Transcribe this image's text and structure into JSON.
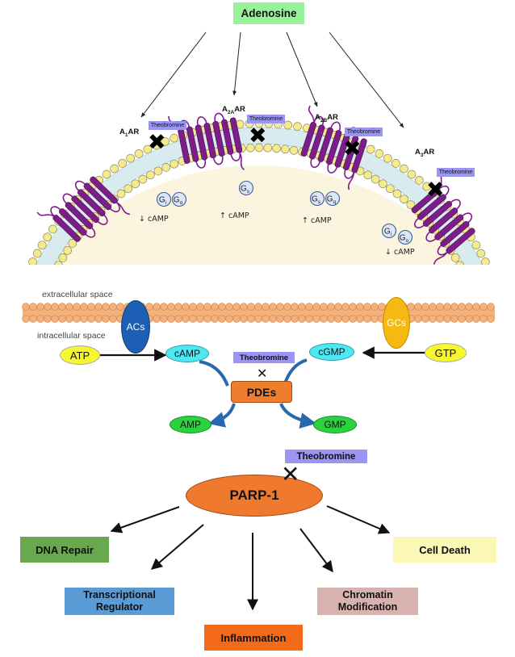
{
  "panel1": {
    "source": "Adenosine",
    "receptors": [
      {
        "name_main": "A",
        "name_sub": "1",
        "name_tail": "AR",
        "inhibitor": "Theobromine",
        "proteins": [
          "G",
          "G"
        ],
        "protein_subs": [
          "i",
          "o"
        ],
        "effect": "↓ cAMP"
      },
      {
        "name_main": "A",
        "name_sub": "2A",
        "name_tail": "AR",
        "inhibitor": "Theobromine",
        "proteins": [
          "G"
        ],
        "protein_subs": [
          "s"
        ],
        "effect": "↑ cAMP"
      },
      {
        "name_main": "A",
        "name_sub": "2B",
        "name_tail": "AR",
        "inhibitor": "Theobromine",
        "proteins": [
          "G",
          "G"
        ],
        "protein_subs": [
          "s",
          "q"
        ],
        "effect": "↑ cAMP"
      },
      {
        "name_main": "A",
        "name_sub": "3",
        "name_tail": "AR",
        "inhibitor": "Theobromine",
        "proteins": [
          "G",
          "G"
        ],
        "protein_subs": [
          "i",
          "o"
        ],
        "effect": "↓ cAMP"
      }
    ]
  },
  "panel2": {
    "extracellular": "extracellular space",
    "intracellular": "intracellular space",
    "acs": "ACs",
    "gcs": "GCs",
    "atp": "ATP",
    "camp": "cAMP",
    "cgmp": "cGMP",
    "gtp": "GTP",
    "inhibitor": "Theobromine",
    "pdes": "PDEs",
    "amp": "AMP",
    "gmp": "GMP"
  },
  "panel3": {
    "inhibitor": "Theobromine",
    "center": "PARP-1",
    "outcomes": {
      "dna_repair": "DNA Repair",
      "cell_death": "Cell Death",
      "transcriptional_line1": "Transcriptional",
      "transcriptional_line2": "Regulator",
      "chromatin_line1": "Chromatin",
      "chromatin_line2": "Modification",
      "inflammation": "Inflammation"
    }
  },
  "colors": {
    "adenosine_box": "#98f29a",
    "theobromine_box": "#9a94f2",
    "receptor": "#7d1d8a",
    "lipid_head": "#f5eb8c",
    "lipid_tail": "#d8ecef",
    "cytoplasm": "#fbf4df",
    "membrane2": "#f2b27c",
    "acs": "#1d5fb5",
    "gcs": "#f5b911",
    "yellow_oval": "#f7f72e",
    "cyan_oval": "#4de8f2",
    "green_oval": "#2ad33e",
    "pdes": "#f07d2d",
    "arrow_blue": "#2868ac",
    "parp": "#ef7a2f",
    "dna_repair": "#6aa84f",
    "cell_death": "#fbf8b6",
    "transcriptional": "#5b9bd5",
    "chromatin": "#d8b2ae",
    "inflammation": "#f46a1b"
  }
}
